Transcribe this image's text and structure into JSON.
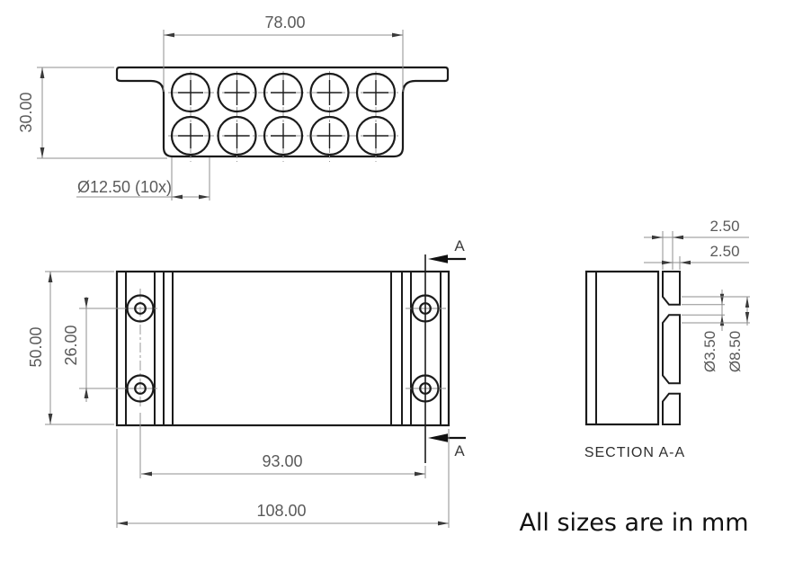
{
  "note": {
    "text": "All sizes are in mm"
  },
  "top_view": {
    "dim_width": "78.00",
    "dim_height": "30.00",
    "dim_holes": "Ø12.50 (10x)"
  },
  "front_view": {
    "dim_height": "50.00",
    "dim_hole_pitch_vertical": "26.00",
    "dim_hole_pitch_horizontal": "93.00",
    "dim_width": "108.00",
    "section_label_top": "A",
    "section_label_bottom": "A"
  },
  "section_view": {
    "title": "SECTION A-A",
    "dim_thickness_outer": "2.50",
    "dim_thickness_inner": "2.50",
    "dim_hole_diameter": "Ø3.50",
    "dim_countersink_diameter": "Ø8.50"
  },
  "colors": {
    "background": "#ffffff",
    "part_line": "#1b1b1b",
    "dim_line": "#8f8f8f",
    "dim_text": "#5a5a5a",
    "arrow": "#3a3a3a"
  }
}
